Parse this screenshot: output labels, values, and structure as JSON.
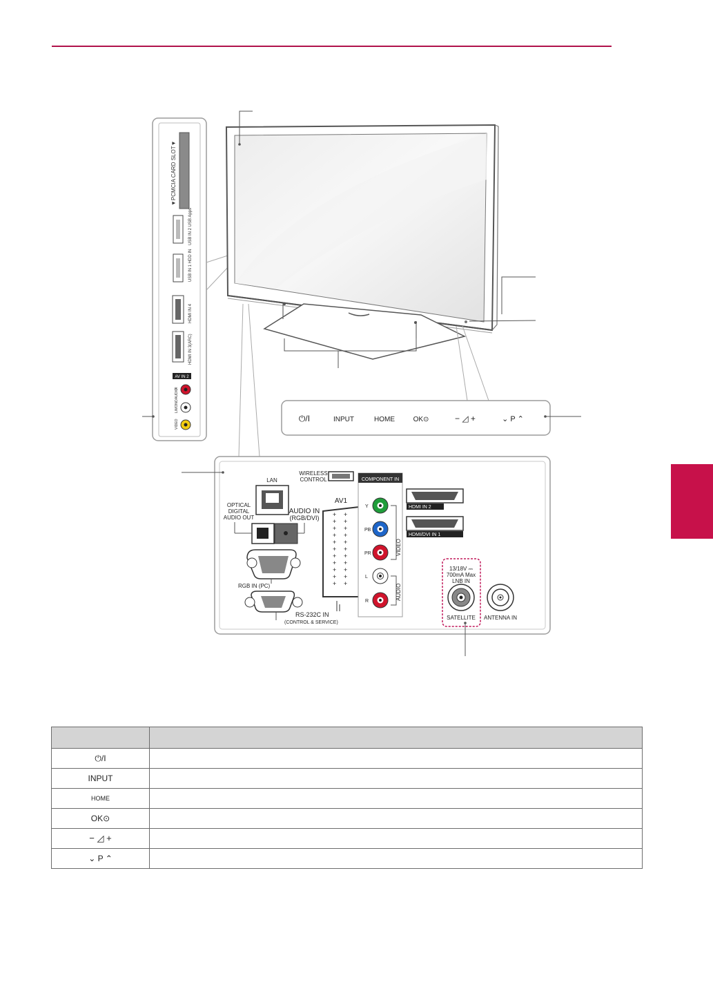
{
  "side_panel": {
    "pcmcia": "▼PCMCIA  CARD SLOT▼",
    "usb2": "USB IN 2 USB Apps",
    "usb1": "USB IN 1 HDD IN",
    "hdmi4": "HDMI IN 4",
    "hdmi3": "HDMI IN 3(ARC)",
    "av_in2": "AV IN 2",
    "audio_l_mono": "L/MONO",
    "audio": "AUDIO",
    "audio_r": "R",
    "video": "VIDEO"
  },
  "control_strip": {
    "power": "⏻/I",
    "input": "INPUT",
    "home": "HOME",
    "ok": "OK⊙",
    "volume": "−  ◿  +",
    "program": "⌄  P  ⌃"
  },
  "rear_panel": {
    "wireless": "WIRELESS",
    "control": "CONTROL",
    "lan": "LAN",
    "optical1": "OPTICAL",
    "optical2": "DIGITAL",
    "optical3": "AUDIO OUT",
    "audio_in1": "AUDIO IN",
    "audio_in2": "(RGB/DVI)",
    "av1": "AV1",
    "component_in": "COMPONENT IN",
    "y": "Y",
    "pb": "PB",
    "pr": "PR",
    "l": "L",
    "r": "R",
    "video": "VIDEO",
    "audio": "AUDIO",
    "hdmi_in2": "HDMI IN 2",
    "hdmi_dvi_in1": "HDMI/DVI IN 1",
    "rgb_in": "RGB IN (PC)",
    "rs232": "RS-232C IN",
    "rs232_sub": "(CONTROL & SERVICE)",
    "lnb1": "13/18V ⎓",
    "lnb2": "700mA Max",
    "lnb3": "LNB IN",
    "satellite": "SATELLITE",
    "antenna": "ANTENNA IN"
  },
  "table": {
    "header_symbol": "",
    "header_desc": "",
    "rows": [
      {
        "symbol": "⏻/I",
        "desc": ""
      },
      {
        "symbol": "INPUT",
        "desc": ""
      },
      {
        "symbol": "HOME",
        "desc": ""
      },
      {
        "symbol": "OK⊙",
        "desc": ""
      },
      {
        "symbol": "−  ◿  +",
        "desc": ""
      },
      {
        "symbol": "⌄  P  ⌃",
        "desc": ""
      }
    ]
  },
  "colors": {
    "accent": "#b0124a",
    "tab": "#c7114a",
    "satellite_box": "#c0185a",
    "green": "#1f9d3a",
    "blue": "#1e66c9",
    "red": "#d0142c",
    "yellow": "#f2cc10"
  }
}
